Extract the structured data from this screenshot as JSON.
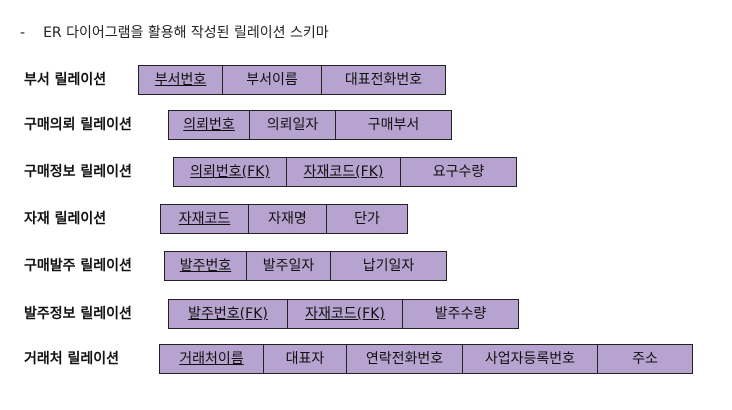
{
  "heading": {
    "dash": "-",
    "text": "ER 다이어그램을 활용해 작성된 릴레이션 스키마"
  },
  "relations": [
    {
      "name": "부서 릴레이션",
      "attributes": [
        {
          "label": "부서번호",
          "key": true
        },
        {
          "label": "부서이름",
          "key": false
        },
        {
          "label": "대표전화번호",
          "key": false
        }
      ]
    },
    {
      "name": "구매의뢰 릴레이션",
      "attributes": [
        {
          "label": "의뢰번호",
          "key": true
        },
        {
          "label": "의뢰일자",
          "key": false
        },
        {
          "label": "구매부서",
          "key": false
        }
      ]
    },
    {
      "name": "구매정보 릴레이션",
      "attributes": [
        {
          "label": "의뢰번호(FK)",
          "key": true
        },
        {
          "label": "자재코드(FK)",
          "key": true
        },
        {
          "label": "요구수량",
          "key": false
        }
      ]
    },
    {
      "name": "자재 릴레이션",
      "attributes": [
        {
          "label": "자재코드",
          "key": true
        },
        {
          "label": "자재명",
          "key": false
        },
        {
          "label": "단가",
          "key": false
        }
      ]
    },
    {
      "name": "구매발주 릴레이션",
      "attributes": [
        {
          "label": "발주번호",
          "key": true
        },
        {
          "label": "발주일자",
          "key": false
        },
        {
          "label": "납기일자",
          "key": false
        }
      ]
    },
    {
      "name": "발주정보 릴레이션",
      "attributes": [
        {
          "label": "발주번호(FK)",
          "key": true
        },
        {
          "label": "자재코드(FK)",
          "key": true
        },
        {
          "label": "발주수량",
          "key": false
        }
      ]
    },
    {
      "name": "거래처 릴레이션",
      "attributes": [
        {
          "label": "거래처이름",
          "key": true
        },
        {
          "label": "대표자",
          "key": false
        },
        {
          "label": "연락전화번호",
          "key": false
        },
        {
          "label": "사업자등록번호",
          "key": false
        },
        {
          "label": "주소",
          "key": false
        }
      ]
    }
  ],
  "colors": {
    "cell_fill": "#b7a3cf",
    "border": "#222222"
  }
}
